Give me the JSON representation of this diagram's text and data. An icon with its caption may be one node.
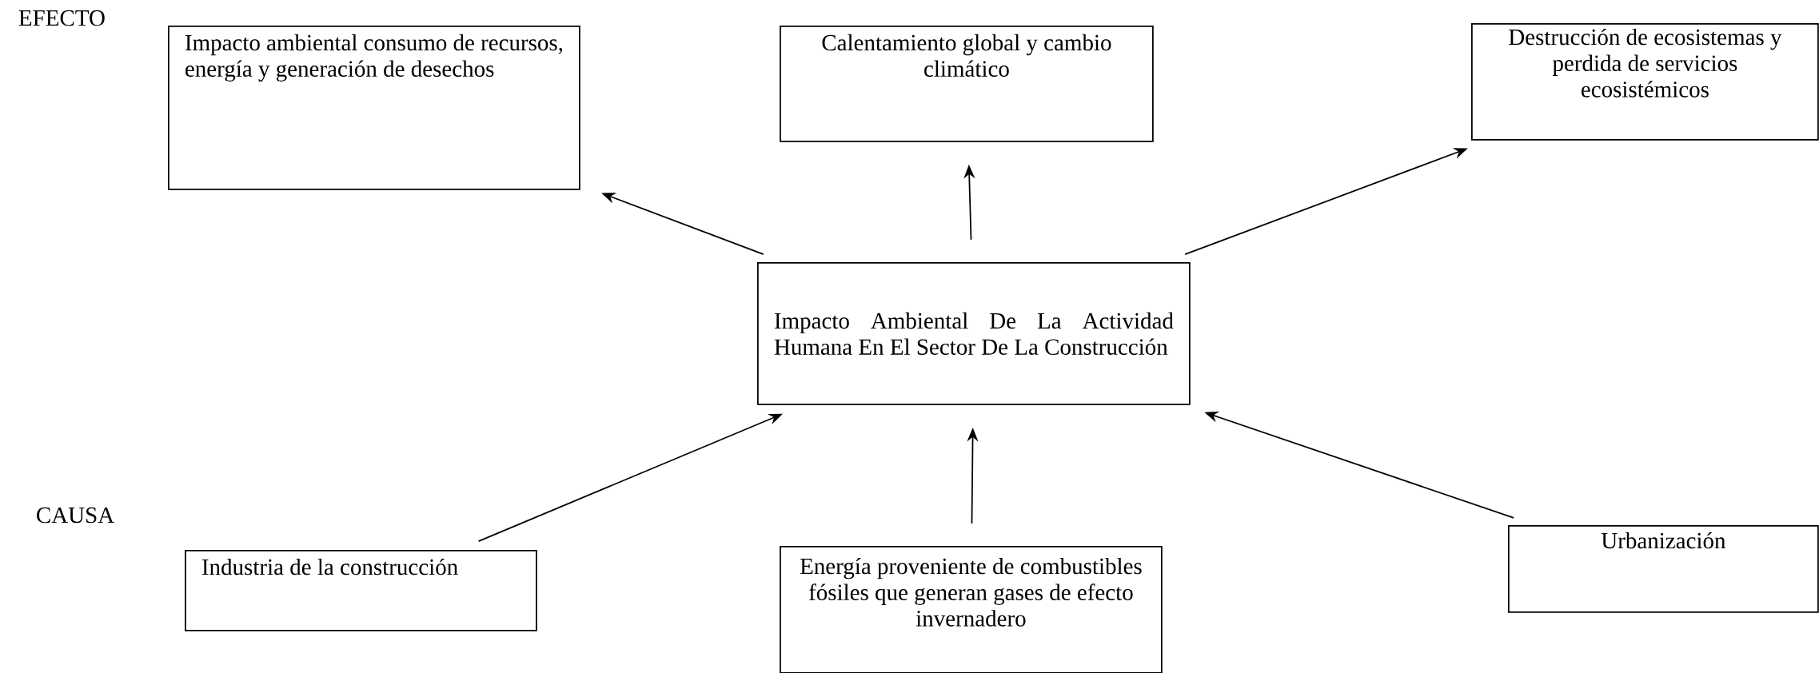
{
  "diagram": {
    "nodes": [
      {
        "text": [
          "Impacto ambiental consumo de recursos, energía y generación de desechos"
        ]
      },
      {
        "text": [
          "Calentamiento global y cambio climático"
        ]
      },
      {
        "text": [
          "Destrucción de ecosistemas y perdida de servicios ecosistémicos"
        ]
      },
      {
        "text": [
          "Impacto Ambiental De La Actividad Humana En El Sector De La Construcción"
        ]
      },
      {
        "text": [
          "Industria de la construcción"
        ]
      },
      {
        "text": [
          "Energía proveniente de combustibles fósiles que generan gases de efecto invernadero"
        ]
      },
      {
        "text": [
          "Urbanización"
        ]
      }
    ],
    "edges": [
      {
        "from": 3,
        "to": 0,
        "arrow": "to"
      },
      {
        "from": 3,
        "to": 1,
        "arrow": "to"
      },
      {
        "from": 3,
        "to": 2,
        "arrow": "to"
      },
      {
        "from": 4,
        "to": 3,
        "arrow": "to"
      },
      {
        "from": 5,
        "to": 3,
        "arrow": "to"
      },
      {
        "from": 6,
        "to": 3,
        "arrow": "to"
      }
    ],
    "labels": [
      "EFECTO",
      "CAUSA"
    ]
  }
}
